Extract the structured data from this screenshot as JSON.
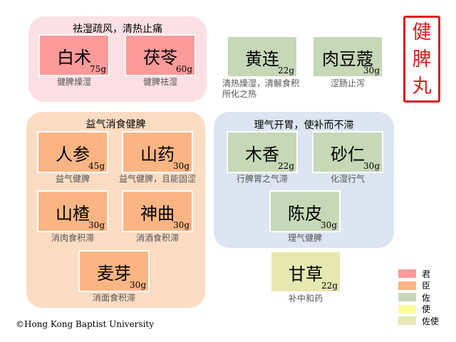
{
  "colors": {
    "jun": "#fd9a9a",
    "chen": "#fbb584",
    "zuo": "#c6d8b8",
    "shi": "#fffe9c",
    "zuoshi": "#e5e8b0"
  },
  "groups": [
    {
      "title": "祛湿疏风，清热止痛",
      "color": "#fde0e5"
    },
    {
      "title": "益气消食健脾",
      "color": "#fcdcc2"
    },
    {
      "title": "理气开胃，使补而不滞",
      "color": "#dce5f1"
    }
  ],
  "herbs": [
    {
      "name": "白术",
      "dose": "75g",
      "desc": "健脾燥湿",
      "role": "jun"
    },
    {
      "name": "茯苓",
      "dose": "60g",
      "desc": "健脾祛湿",
      "role": "jun"
    },
    {
      "name": "黄连",
      "dose": "22g",
      "desc": "清热燥湿，清解食积所化之热",
      "role": "zuo"
    },
    {
      "name": "肉豆蔻",
      "dose": "30g",
      "desc": "涩肠止泻",
      "role": "zuo"
    },
    {
      "name": "人参",
      "dose": "45g",
      "desc": "益气健脾",
      "role": "chen"
    },
    {
      "name": "山药",
      "dose": "30g",
      "desc": "益气健脾，且能固涩",
      "role": "chen"
    },
    {
      "name": "山楂",
      "dose": "30g",
      "desc": "消肉食积滞",
      "role": "chen"
    },
    {
      "name": "神曲",
      "dose": "30g",
      "desc": "消酒食积滞",
      "role": "chen"
    },
    {
      "name": "麦芽",
      "dose": "30g",
      "desc": "消面食积滞",
      "role": "chen"
    },
    {
      "name": "木香",
      "dose": "22g",
      "desc": "行脾胃之气滞",
      "role": "zuo"
    },
    {
      "name": "砂仁",
      "dose": "30g",
      "desc": "化湿行气",
      "role": "zuo"
    },
    {
      "name": "陈皮",
      "dose": "30g",
      "desc": "理气健脾",
      "role": "zuo"
    },
    {
      "name": "甘草",
      "dose": "22g",
      "desc": "补中和药",
      "role": "zuoshi"
    }
  ],
  "seal": {
    "chars": [
      "健",
      "脾",
      "丸"
    ]
  },
  "legend": [
    {
      "label": "君",
      "role": "jun"
    },
    {
      "label": "臣",
      "role": "chen"
    },
    {
      "label": "佐",
      "role": "zuo"
    },
    {
      "label": "使",
      "role": "shi"
    },
    {
      "label": "佐使",
      "role": "zuoshi"
    }
  ],
  "copyright": "©Hong Kong Baptist University"
}
